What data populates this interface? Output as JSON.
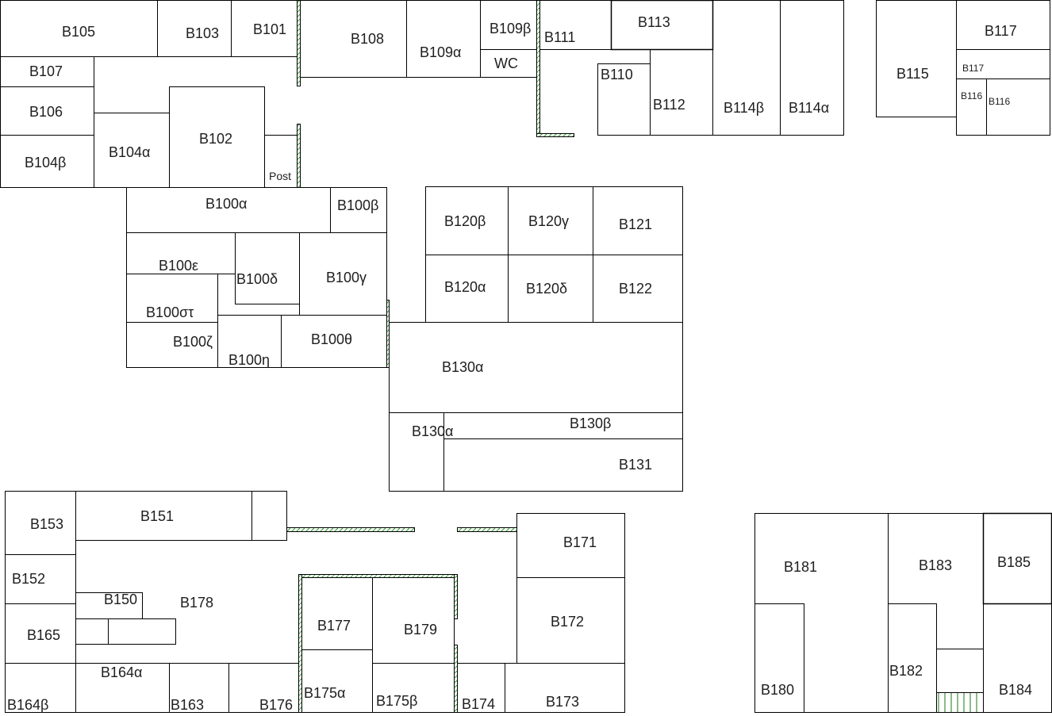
{
  "floor_plan": {
    "colors": {
      "wall": "#000000",
      "hatch": "#2e9e2e",
      "stairs": "#1a7a1a",
      "background": "#ffffff"
    },
    "rooms": {
      "B105": "B105",
      "B103": "B103",
      "B101": "B101",
      "B107": "B107",
      "B106": "B106",
      "B104b": "B104β",
      "B104a": "B104α",
      "B102": "B102",
      "Post": "Post",
      "B108": "B108",
      "B109a": "B109α",
      "B109b": "B109β",
      "WC": "WC",
      "B111": "B111",
      "B113": "B113",
      "B110": "B110",
      "B112": "B112",
      "B114b": "B114β",
      "B114a": "B114α",
      "B115": "B115",
      "B117": "B117",
      "B117s": "B117",
      "B116a": "B116",
      "B116b": "B116",
      "B100a": "B100α",
      "B100b": "B100β",
      "B100e": "B100ε",
      "B100d": "B100δ",
      "B100g": "B100γ",
      "B100st": "B100στ",
      "B100z": "B100ζ",
      "B100h": "B100η",
      "B100th": "B100θ",
      "B120b": "B120β",
      "B120g": "B120γ",
      "B121": "B121",
      "B120a": "B120α",
      "B120d": "B120δ",
      "B122": "B122",
      "B130a": "B130α",
      "B130a2": "B130α",
      "B130b": "B130β",
      "B131": "B131",
      "B153": "B153",
      "B151": "B151",
      "B152": "B152",
      "B150": "B150",
      "B178": "B178",
      "B165": "B165",
      "B164a": "B164α",
      "B164b": "B164β",
      "B163": "B163",
      "B176": "B176",
      "B177": "B177",
      "B179": "B179",
      "B175a": "B175α",
      "B175b": "B175β",
      "B174": "B174",
      "B173": "B173",
      "B171": "B171",
      "B172": "B172",
      "B181": "B181",
      "B183": "B183",
      "B185": "B185",
      "B180": "B180",
      "B182": "B182",
      "B184": "B184"
    }
  }
}
